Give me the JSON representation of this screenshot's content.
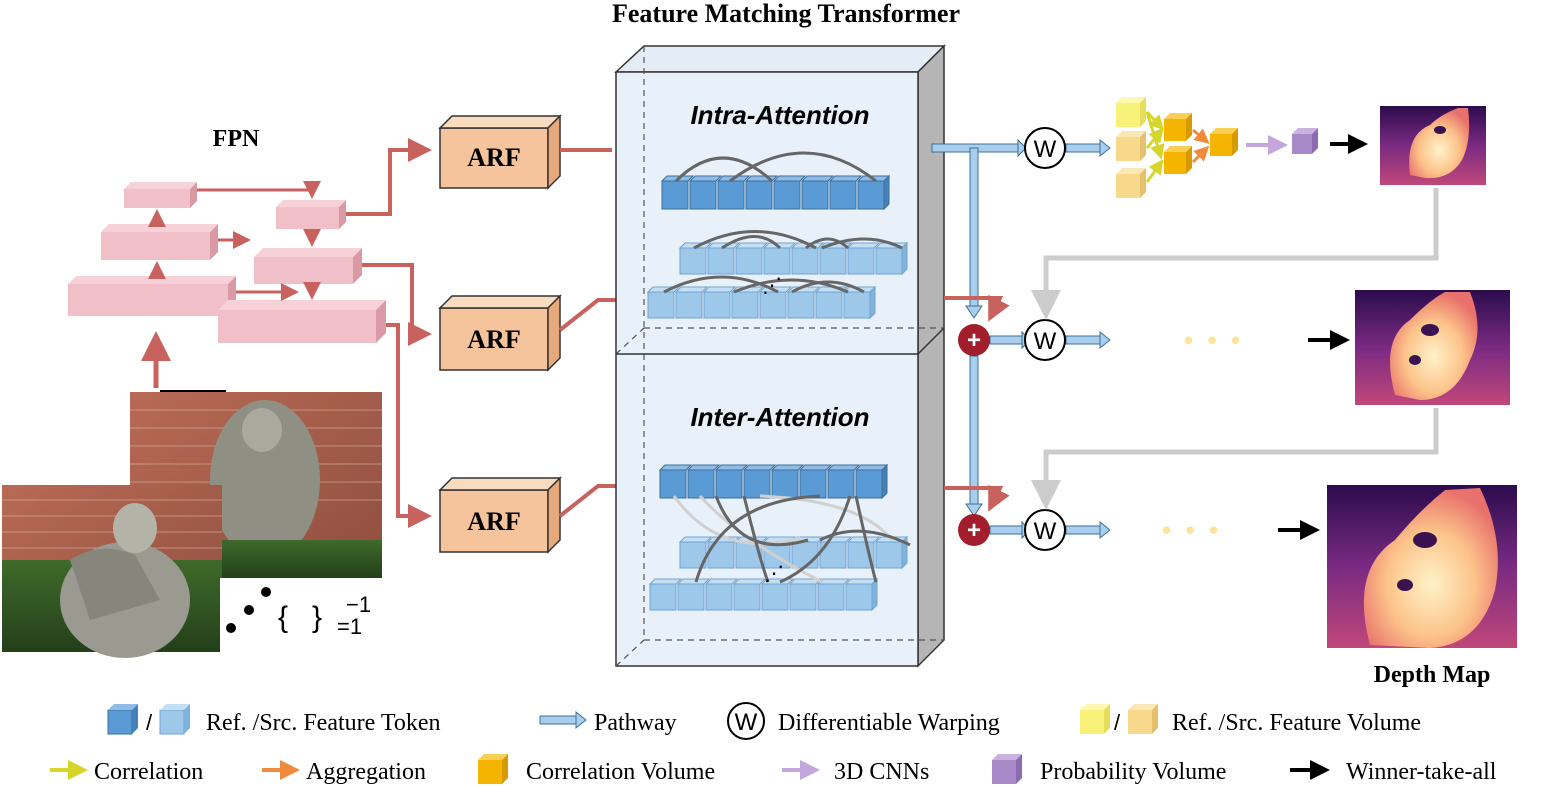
{
  "title": "Feature Matching Transformer",
  "fpn_label": "FPN",
  "arf_labels": [
    "ARF",
    "ARF",
    "ARF"
  ],
  "intra_label": "Intra-Attention",
  "inter_label": "Inter-Attention",
  "warp_symbol": "W",
  "plus_symbol": "+",
  "ellipsis": "• • •",
  "token_ellipsis": "⋰",
  "input_set": {
    "brace_open": "{",
    "brace_close": "}",
    "superscript": "−1",
    "subscript": "=1"
  },
  "depth_map_label": "Depth Map",
  "legend": {
    "ref_src_token": "Ref. /Src. Feature Token",
    "pathway": "Pathway",
    "warping": "Differentiable Warping",
    "ref_src_volume": "Ref. /Src. Feature Volume",
    "correlation": "Correlation",
    "aggregation": "Aggregation",
    "correlation_volume": "Correlation Volume",
    "cnn3d": "3D CNNs",
    "probability_volume": "Probability Volume",
    "wta": "Winner-take-all",
    "slash": "/"
  },
  "colors": {
    "fpn_pink": "#f0bfc8",
    "fpn_arrow": "#c8625f",
    "arf_fill": "#f5c49c",
    "ref_token": "#5b9bd5",
    "src_token": "#9dc8ea",
    "pathway": "#a9cdec",
    "plus_red": "#a31e2c",
    "yellow_volume": "#f9f27a",
    "src_volume": "#f8d98c",
    "corr_volume": "#f5b400",
    "prob_volume": "#a98ac8",
    "correlation_arrow": "#d6d62a",
    "aggregation_arrow": "#f08a3c",
    "cnn_arrow": "#c3a6dc",
    "gray_flow": "#cccccc",
    "dots": "#fde49a"
  }
}
